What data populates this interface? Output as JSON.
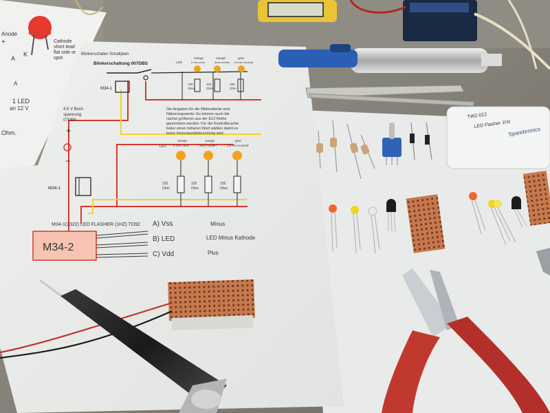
{
  "schematic": {
    "title": "Blinkerschalter Schaltplan",
    "subtitle": "Blinkerschaltung 007DBS",
    "chip_label_top": "M34-1",
    "chip_label_bottom": "M34-1",
    "chip_label_big": "M34-2",
    "battery_lines": [
      "4,5 V Bord-",
      "spannung",
      "07DBS"
    ],
    "plus_sign": "+",
    "minus_sign": "−",
    "note_lines": [
      "Die Angaben für die Widerstände sind",
      "Näherungswerte. Es können auch die",
      "nächst größeren aus der E12-Reihe",
      "genommen werden. Für die Kontrollleuchte",
      "lieber einen höheren Wert wählen damit es",
      "keine Innenraumbeleuchtung wird"
    ],
    "top_leds": [
      {
        "color": "orange",
        "note": "2 mm conic",
        "resistor": "100",
        "unit": "Ohm"
      },
      {
        "color": "orange",
        "note": "3mm hohlen",
        "resistor": "102",
        "unit": "Ohm"
      },
      {
        "color": "grün",
        "note": "1,8 mm Kontroll",
        "resistor": "155",
        "unit": "Ohm"
      }
    ],
    "top_led_prefix": "LED",
    "bottom_led_prefix": "LED",
    "bottom_leds": [
      {
        "color": "orange",
        "note": "2 mm conic",
        "resistor": "102",
        "unit": "Ohm"
      },
      {
        "color": "orange",
        "note": "3mm hohlen",
        "resistor": "102",
        "unit": "Ohm"
      },
      {
        "color": "grün",
        "note": "1,8 mm Kontroll",
        "resistor": "155",
        "unit": "Ohm"
      }
    ],
    "pinout_title": "M34-1(3322) LED FLASHER (1HZ) TO92",
    "pins": [
      {
        "label": "A) Vss",
        "desc": "Minus"
      },
      {
        "label": "B) LED",
        "desc": "LED Minus  Kathode"
      },
      {
        "label": "C) Vdd",
        "desc": "Plus"
      }
    ]
  },
  "left_sheet": {
    "lines": [
      "Anode",
      "+",
      "Cathode",
      "short lead",
      "flat side or",
      "spot",
      "A",
      "K",
      "1 LED",
      "an 12 V",
      "Ohm."
    ]
  },
  "components": {
    "bag_label_1": "TW2-012",
    "bag_label_2": "LED Flasher 1Hz",
    "bag_brand": "Sparebronics"
  },
  "colors": {
    "paper": "#f4f4f2",
    "schematic_red": "#d9362f",
    "schematic_yellow": "#f2d424",
    "led_orange": "#f4a21e",
    "chip_fill": "#f7c4b3",
    "board_copper": "#c77a50",
    "cutter_red": "#c0382e",
    "pump_blue": "#2b5fb6",
    "table": "#8a877f"
  },
  "icons": [
    "led-icon",
    "resistor-icon",
    "toggle-switch-icon",
    "transistor-icon",
    "diode-icon",
    "perfboard-icon",
    "multimeter-icon",
    "soldering-pump-icon",
    "tweezers-icon",
    "wire-cutter-icon",
    "pin-vise-icon"
  ]
}
